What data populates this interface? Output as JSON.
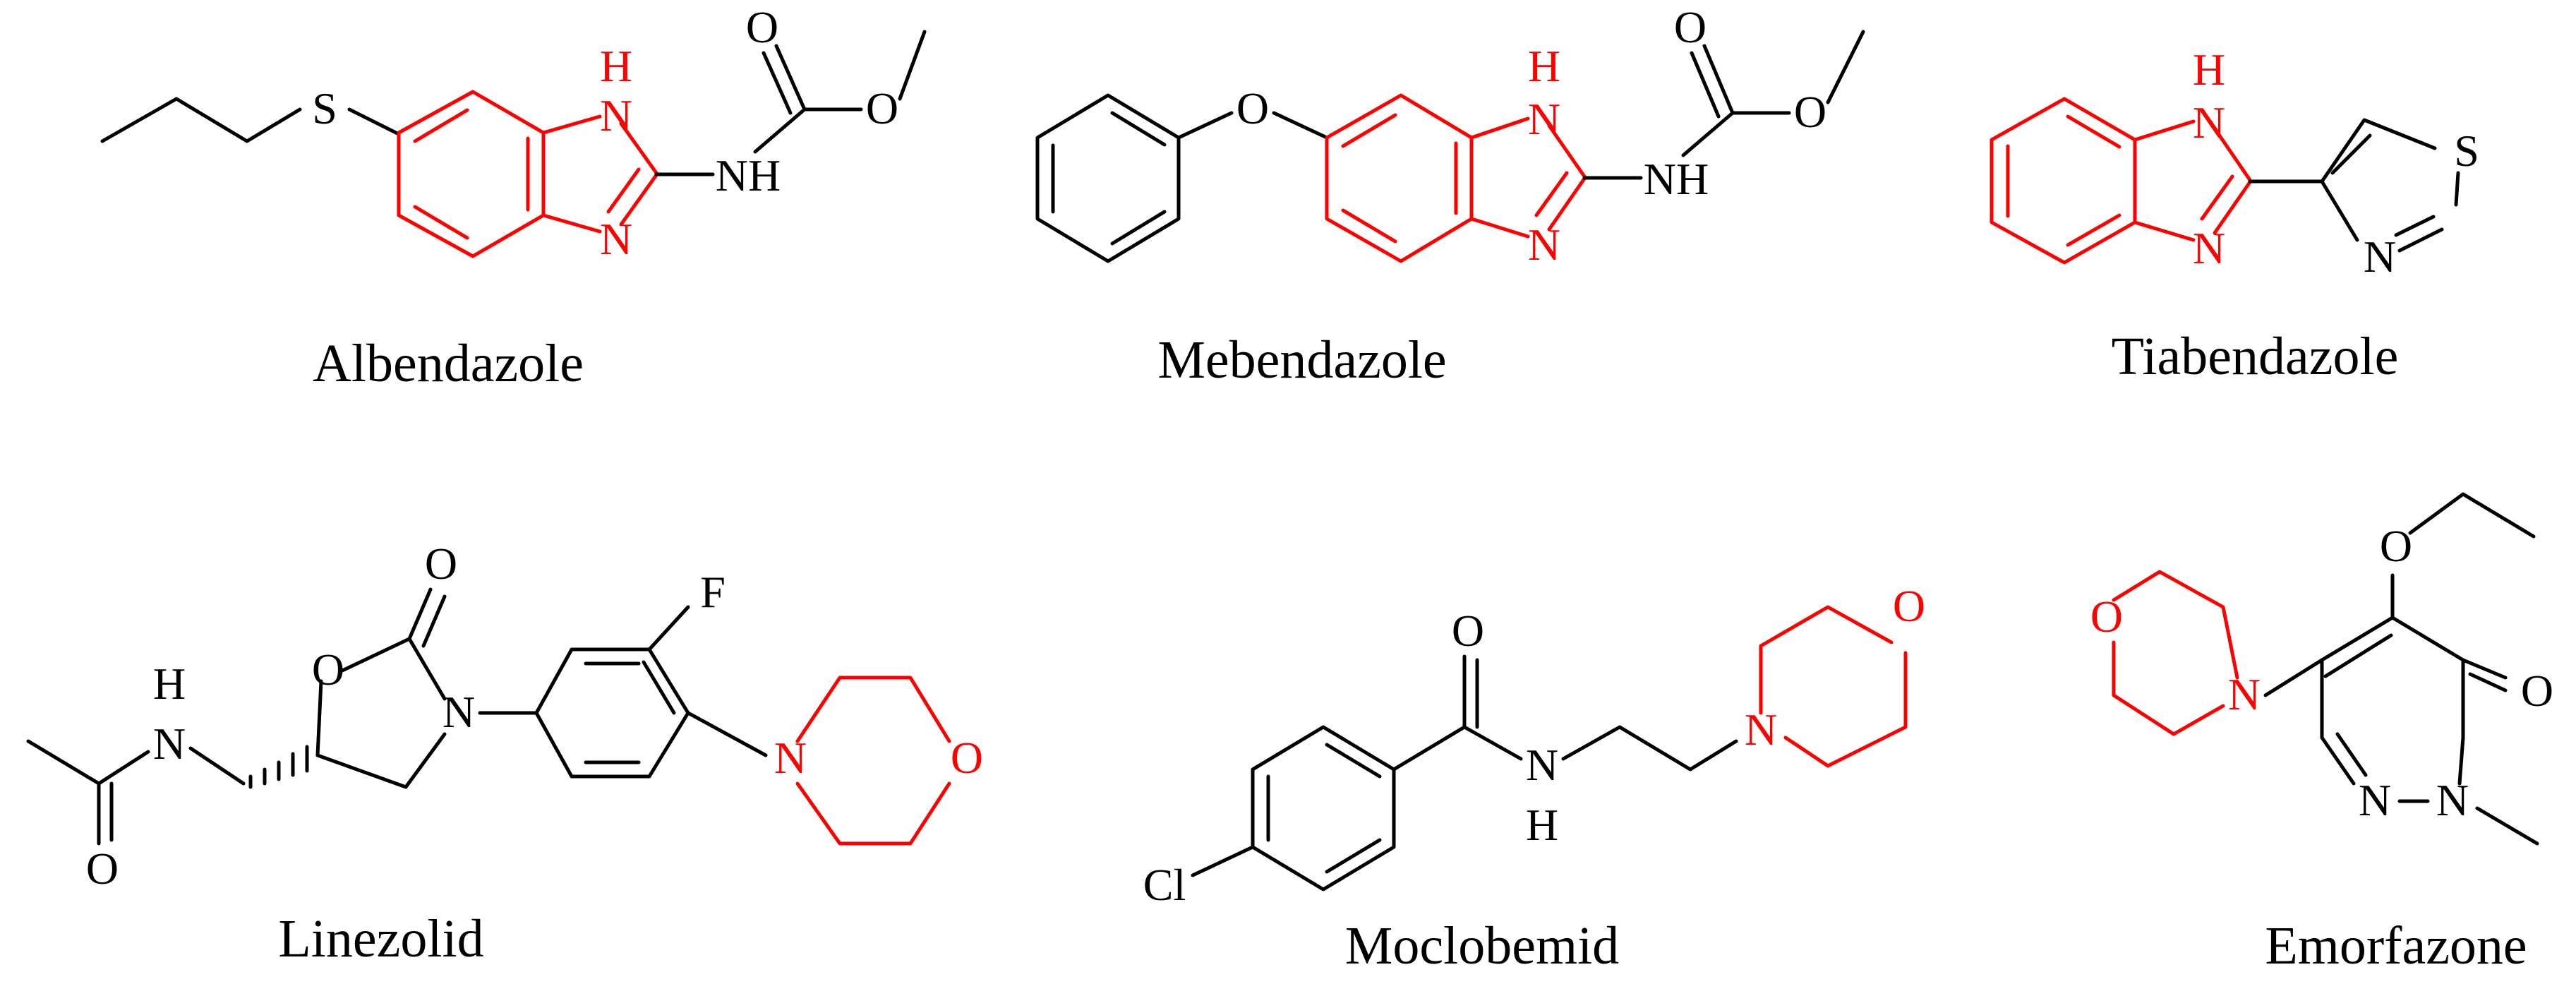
{
  "colors": {
    "ink": "#000000",
    "highlight": "#ff0000",
    "background": "#ffffff"
  },
  "atoms": {
    "S": "S",
    "O": "O",
    "N": "N",
    "H": "H",
    "NH": "NH",
    "F": "F",
    "Cl": "Cl"
  },
  "compounds": [
    {
      "name": "Albendazole",
      "highlighted_fragment": "benzimidazole"
    },
    {
      "name": "Mebendazole",
      "highlighted_fragment": "benzimidazole"
    },
    {
      "name": "Tiabendazole",
      "highlighted_fragment": "benzimidazole"
    },
    {
      "name": "Linezolid",
      "highlighted_fragment": "morpholine"
    },
    {
      "name": "Moclobemid",
      "highlighted_fragment": "morpholine"
    },
    {
      "name": "Emorfazone",
      "highlighted_fragment": "morpholine"
    }
  ]
}
